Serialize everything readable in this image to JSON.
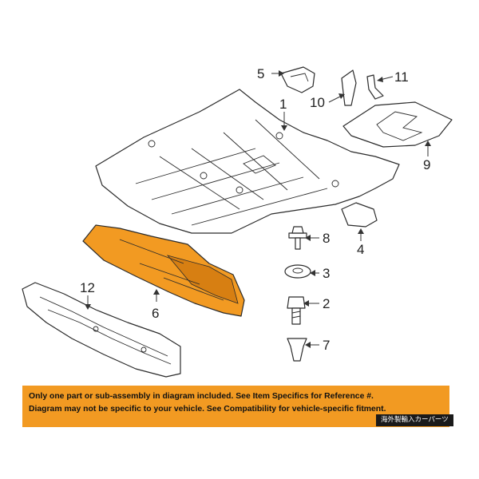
{
  "colors": {
    "highlight": "#f29a22",
    "highlight_dark": "#d77f12",
    "line": "#2b2b2b",
    "notice_bg": "#f29a22",
    "badge_bg": "#1a1a1a"
  },
  "callouts": {
    "c1": "1",
    "c2": "2",
    "c3": "3",
    "c4": "4",
    "c5": "5",
    "c6": "6",
    "c7": "7",
    "c8": "8",
    "c9": "9",
    "c10": "10",
    "c11": "11",
    "c12": "12"
  },
  "notice": {
    "line1": "Only one part or sub-assembly in diagram included. See Item Specifics for Reference #.",
    "line2": "Diagram may not be specific to your vehicle. See Compatibility for vehicle-specific fitment."
  },
  "badge": "海外製輸入カーパーツ"
}
